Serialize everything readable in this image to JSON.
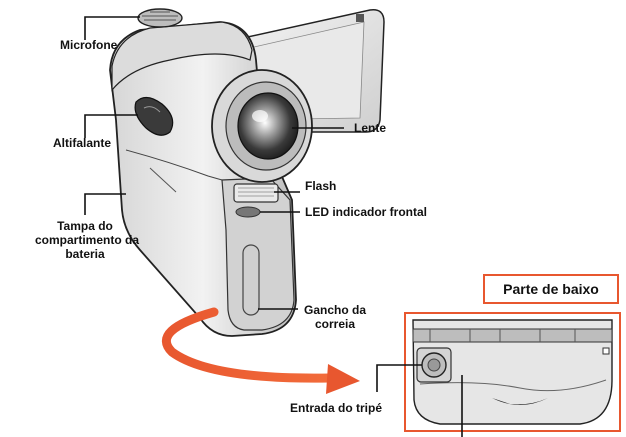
{
  "labels": {
    "microphone": "Microfone",
    "speaker": "Altifalante",
    "battery_cover": [
      "Tampa do",
      "compartimento da",
      "bateria"
    ],
    "lens": "Lente",
    "flash": "Flash",
    "led": "LED indicador frontal",
    "strap_hook": [
      "Gancho da",
      "correia"
    ],
    "tripod": "Entrada do tripé"
  },
  "bottom_view": {
    "title": "Parte de baixo"
  },
  "colors": {
    "accent": "#e8572f",
    "body_light": "#e6e6e6",
    "body_mid": "#c9c9c9",
    "outline": "#222222"
  }
}
